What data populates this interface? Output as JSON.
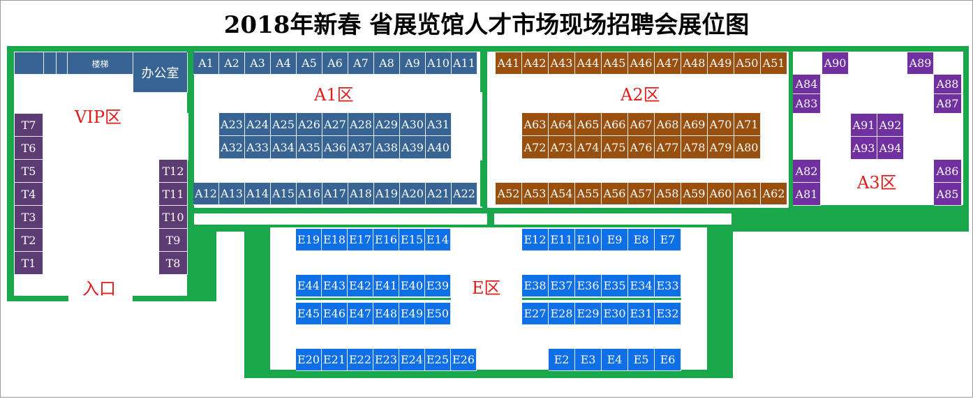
{
  "title": "2018年新春 省展览馆人才市场现场招聘会展位图",
  "colors": {
    "wall": "#1aa64a",
    "zone_A1": "#376493",
    "zone_A2": "#99500f",
    "zone_A3": "#7030a0",
    "zone_VIP": "#5d3c73",
    "zone_E": "#0f6fe6",
    "label": "#e21b1b"
  },
  "labels": {
    "vip": "VIP区",
    "a1": "A1区",
    "a2": "A2区",
    "a3": "A3区",
    "e": "E区",
    "entrance": "入口",
    "office": "办公室",
    "stairs": "楼梯"
  },
  "booths": {
    "a1_top": [
      "A1",
      "A2",
      "A3",
      "A4",
      "A5",
      "A6",
      "A7",
      "A8",
      "A9",
      "A10",
      "A11"
    ],
    "a1_mid1": [
      "A23",
      "A24",
      "A25",
      "A26",
      "A27",
      "A28",
      "A29",
      "A30",
      "A31"
    ],
    "a1_mid2": [
      "A32",
      "A33",
      "A34",
      "A35",
      "A36",
      "A37",
      "A38",
      "A39",
      "A40"
    ],
    "a1_bottom": [
      "A12",
      "A13",
      "A14",
      "A15",
      "A16",
      "A17",
      "A18",
      "A19",
      "A20",
      "A21",
      "A22"
    ],
    "a2_top": [
      "A41",
      "A42",
      "A43",
      "A44",
      "A45",
      "A46",
      "A47",
      "A48",
      "A49",
      "A50",
      "A51"
    ],
    "a2_mid1": [
      "A63",
      "A64",
      "A65",
      "A66",
      "A67",
      "A68",
      "A69",
      "A70",
      "A71"
    ],
    "a2_mid2": [
      "A72",
      "A73",
      "A74",
      "A75",
      "A76",
      "A77",
      "A78",
      "A79",
      "A80"
    ],
    "a2_bottom": [
      "A52",
      "A53",
      "A54",
      "A55",
      "A56",
      "A57",
      "A58",
      "A59",
      "A60",
      "A61",
      "A62"
    ],
    "a3_top": [
      "A90",
      "A89"
    ],
    "a3_left_upper": [
      "A84",
      "A83"
    ],
    "a3_right_upper": [
      "A88",
      "A87"
    ],
    "a3_center_row1": [
      "A91",
      "A92"
    ],
    "a3_center_row2": [
      "A93",
      "A94"
    ],
    "a3_left_lower": [
      "A82",
      "A81"
    ],
    "a3_right_lower": [
      "A86",
      "A85"
    ],
    "vip_left": [
      "T7",
      "T6",
      "T5",
      "T4",
      "T3",
      "T2",
      "T1"
    ],
    "vip_right": [
      "T12",
      "T11",
      "T10",
      "T9",
      "T8"
    ],
    "e_row1_left": [
      "E19",
      "E18",
      "E17",
      "E16",
      "E15",
      "E14"
    ],
    "e_row1_right": [
      "E12",
      "E11",
      "E10",
      "E9",
      "E8",
      "E7"
    ],
    "e_row2_left": [
      "E44",
      "E43",
      "E42",
      "E41",
      "E40",
      "E39"
    ],
    "e_row2_right": [
      "E38",
      "E37",
      "E36",
      "E35",
      "E34",
      "E33"
    ],
    "e_row3_left": [
      "E45",
      "E46",
      "E47",
      "E48",
      "E49",
      "E50"
    ],
    "e_row3_right": [
      "E27",
      "E28",
      "E29",
      "E30",
      "E31",
      "E32"
    ],
    "e_row4_left": [
      "E20",
      "E21",
      "E22",
      "E23",
      "E24",
      "E25",
      "E26"
    ],
    "e_row4_right": [
      "E2",
      "E3",
      "E4",
      "E5",
      "E6"
    ]
  }
}
